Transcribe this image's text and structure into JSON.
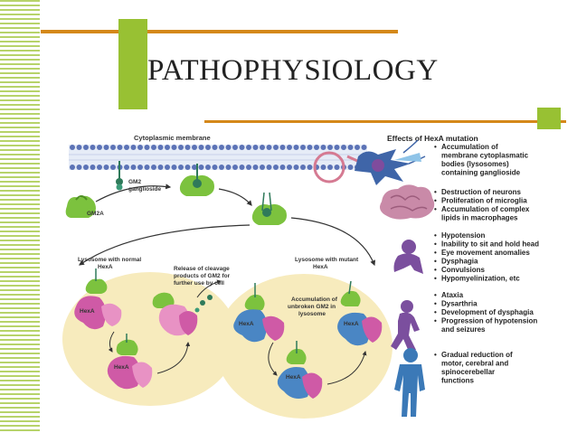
{
  "slide": {
    "title": "PATHOPHYSIOLOGY"
  },
  "diagram": {
    "membrane_label": "Cytoplasmic membrane",
    "gm2_label_1": "GM2",
    "gm2_label_2": "ganglioside",
    "gm2a_label": "GM2A",
    "lyso_normal_1": "Lysosome with normal",
    "lyso_normal_2": "HexA",
    "release_1": "Release of cleavage",
    "release_2": "products of GM2 for",
    "release_3": "further use by cell",
    "lyso_mutant_1": "Lysosome with mutant",
    "lyso_mutant_2": "HexA",
    "accum_1": "Accumulation of",
    "accum_2": "unbroken GM2 in",
    "accum_3": "lysosome",
    "hexa_tag": "HexA",
    "effects_title": "Effects of HexA mutation",
    "effects": [
      [
        "Accumulation of",
        "membrane cytoplasmatic",
        "bodies (lysosomes)",
        "containing ganglioside"
      ],
      [
        "Destruction of neurons",
        "Proliferation of microglia",
        "Accumulation of complex",
        "lipids in macrophages"
      ],
      [
        "Hypotension",
        "Inability to sit and hold head",
        "Eye movement anomalies",
        "Dysphagia",
        "Convulsions",
        "Hypomyelinization, etc"
      ],
      [
        "Ataxia",
        "Dysarthria",
        "Development of dysphagia",
        "Progression of hypotension",
        "and seizures"
      ],
      [
        "Gradual reduction of",
        "motor, cerebral and",
        "spinocerebellar",
        "functions"
      ]
    ],
    "colors": {
      "accent_orange": "#d4881a",
      "accent_green": "#98c133",
      "lysosome_fill": "#f7ebbd",
      "enzyme_pink": "#cf5aa6",
      "enzyme_blue": "#4a86c4",
      "gm2_green": "#7cc23e",
      "membrane_blue": "#5c73b6",
      "figure_purple": "#7b4f9e"
    }
  }
}
